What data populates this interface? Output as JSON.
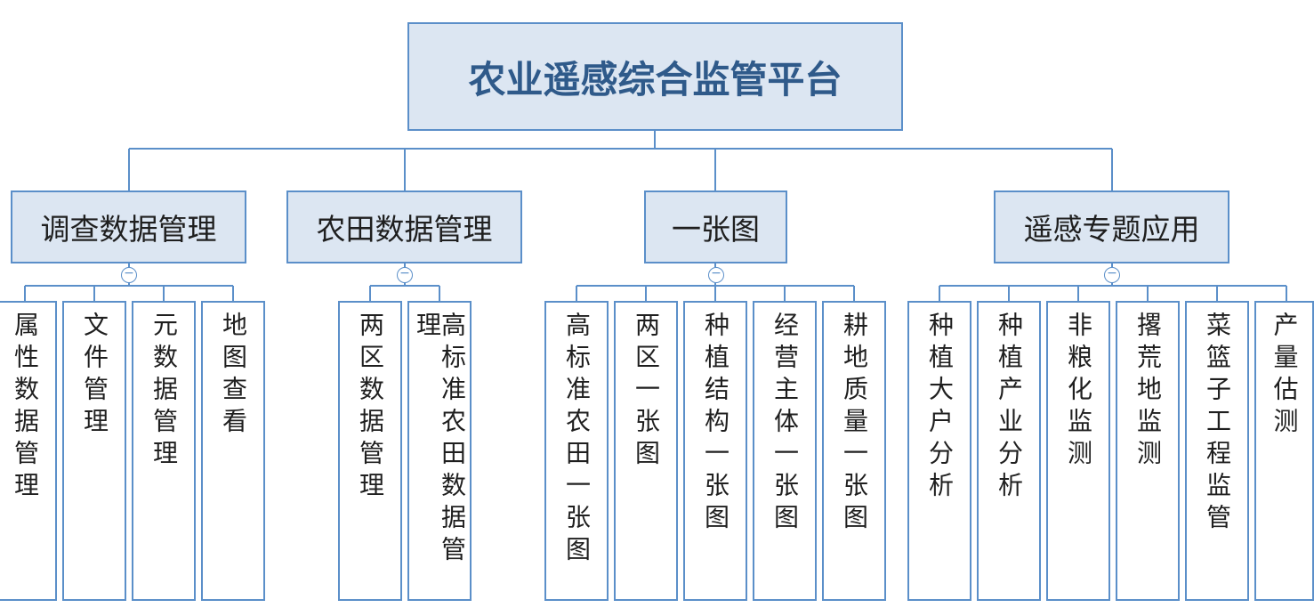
{
  "root": {
    "label": "农业遥感综合监管平台"
  },
  "collapse_symbol": "−",
  "branches": [
    {
      "label": "调查数据管理",
      "children": [
        "属性数据管理",
        "文件管理",
        "元数据管理",
        "地图查看"
      ]
    },
    {
      "label": "农田数据管理",
      "children": [
        "两区数据管理",
        "高标准农田数据管理"
      ]
    },
    {
      "label": "一张图",
      "children": [
        "高标准农田一张图",
        "两区一张图",
        "种植结构一张图",
        "经营主体一张图",
        "耕地质量一张图"
      ]
    },
    {
      "label": "遥感专题应用",
      "children": [
        "种植大户分析",
        "种植产业分析",
        "非粮化监测",
        "撂荒地监测",
        "菜篮子工程监管",
        "产量估测"
      ]
    }
  ],
  "colors": {
    "line": "#5b8fc9",
    "fill": "#dce6f2",
    "title": "#2f5a8a"
  }
}
